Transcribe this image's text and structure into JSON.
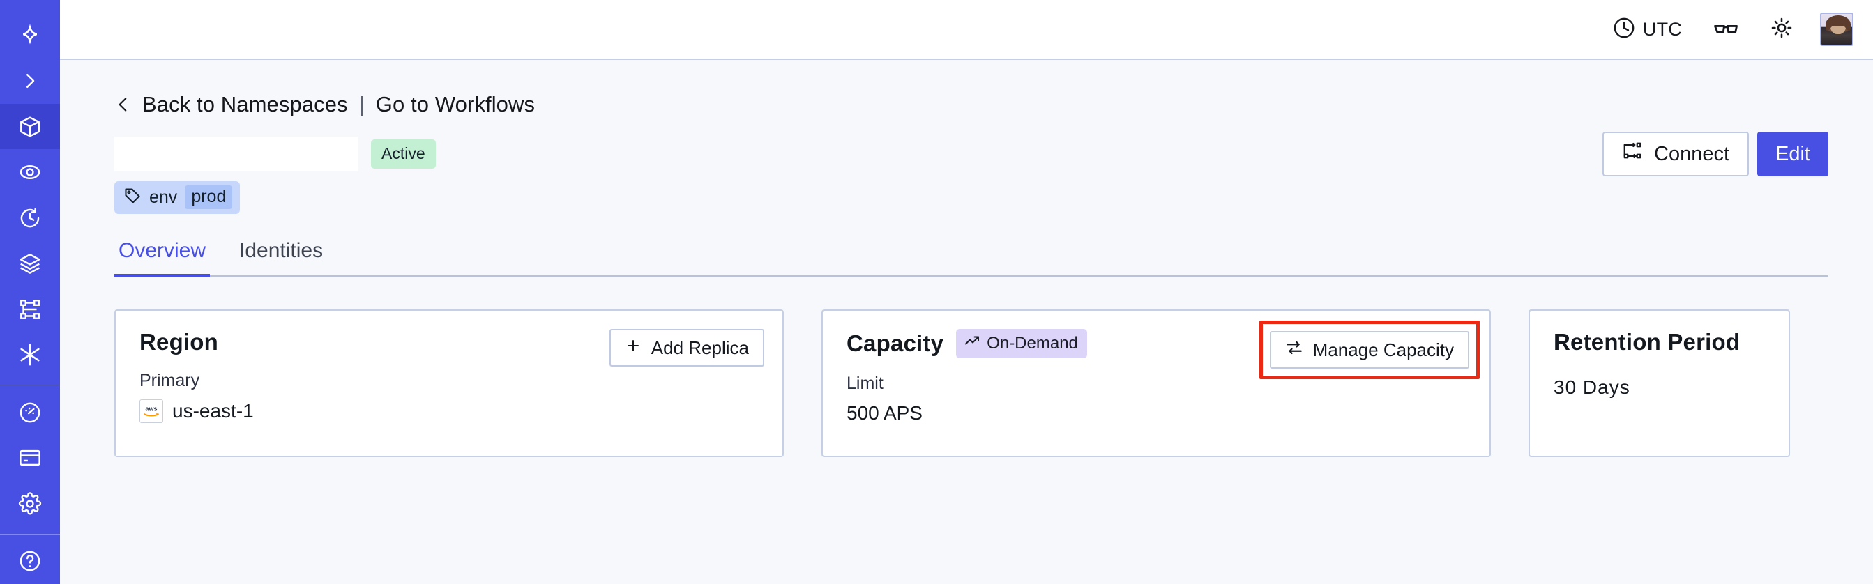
{
  "sidebar": {
    "logo_icon": "temporal-logo-icon",
    "expand_icon": "chevron-right-icon",
    "items": [
      {
        "name": "namespaces",
        "icon": "cube-icon",
        "active": true
      },
      {
        "name": "observability",
        "icon": "eye-icon",
        "active": false
      },
      {
        "name": "schedules",
        "icon": "clock-history-icon",
        "active": false
      },
      {
        "name": "stack",
        "icon": "layers-icon",
        "active": false
      },
      {
        "name": "workflows",
        "icon": "flow-branch-icon",
        "active": false
      },
      {
        "name": "nexus",
        "icon": "asterisk-icon",
        "active": false
      }
    ],
    "bottom_items": [
      {
        "name": "usage",
        "icon": "gauge-icon"
      },
      {
        "name": "billing",
        "icon": "credit-card-icon"
      },
      {
        "name": "settings",
        "icon": "gear-icon"
      }
    ]
  },
  "topbar": {
    "timezone_icon": "clock-icon",
    "timezone_label": "UTC",
    "glasses_icon": "glasses-icon",
    "theme_icon": "sun-icon",
    "avatar_icon": "user-avatar"
  },
  "breadcrumb": {
    "back_icon": "chevron-left-icon",
    "back_label": "Back to Namespaces",
    "separator": "|",
    "forward_label": "Go to Workflows"
  },
  "header": {
    "namespace_title": "",
    "status_badge": "Active",
    "connect_icon": "connect-flow-icon",
    "connect_label": "Connect",
    "edit_label": "Edit"
  },
  "tag": {
    "icon": "tag-icon",
    "key": "env",
    "value": "prod"
  },
  "tabs": [
    {
      "label": "Overview",
      "selected": true
    },
    {
      "label": "Identities",
      "selected": false
    }
  ],
  "cards": {
    "region": {
      "title": "Region",
      "button_icon": "plus-icon",
      "button_label": "Add Replica",
      "sub_label": "Primary",
      "provider_icon": "aws-logo-icon",
      "value": "us-east-1"
    },
    "capacity": {
      "title": "Capacity",
      "badge_icon": "trending-up-icon",
      "badge_label": "On-Demand",
      "button_icon": "sliders-icon",
      "button_label": "Manage Capacity",
      "sub_label": "Limit",
      "value": "500 APS",
      "highlighted": true
    },
    "retention": {
      "title": "Retention Period",
      "value": "30 Days"
    }
  },
  "colors": {
    "brand": "#4850e4",
    "sidebar_active": "#3a42cf",
    "page_bg": "#f7f8fb",
    "card_border": "#c5d0e6",
    "status_active_bg": "#c3efd2",
    "badge_ondemand_bg": "#ddd4fa",
    "tag_bg": "#c7d6fb",
    "tag_value_bg": "#a9c2f8",
    "highlight": "#ec2a13"
  }
}
